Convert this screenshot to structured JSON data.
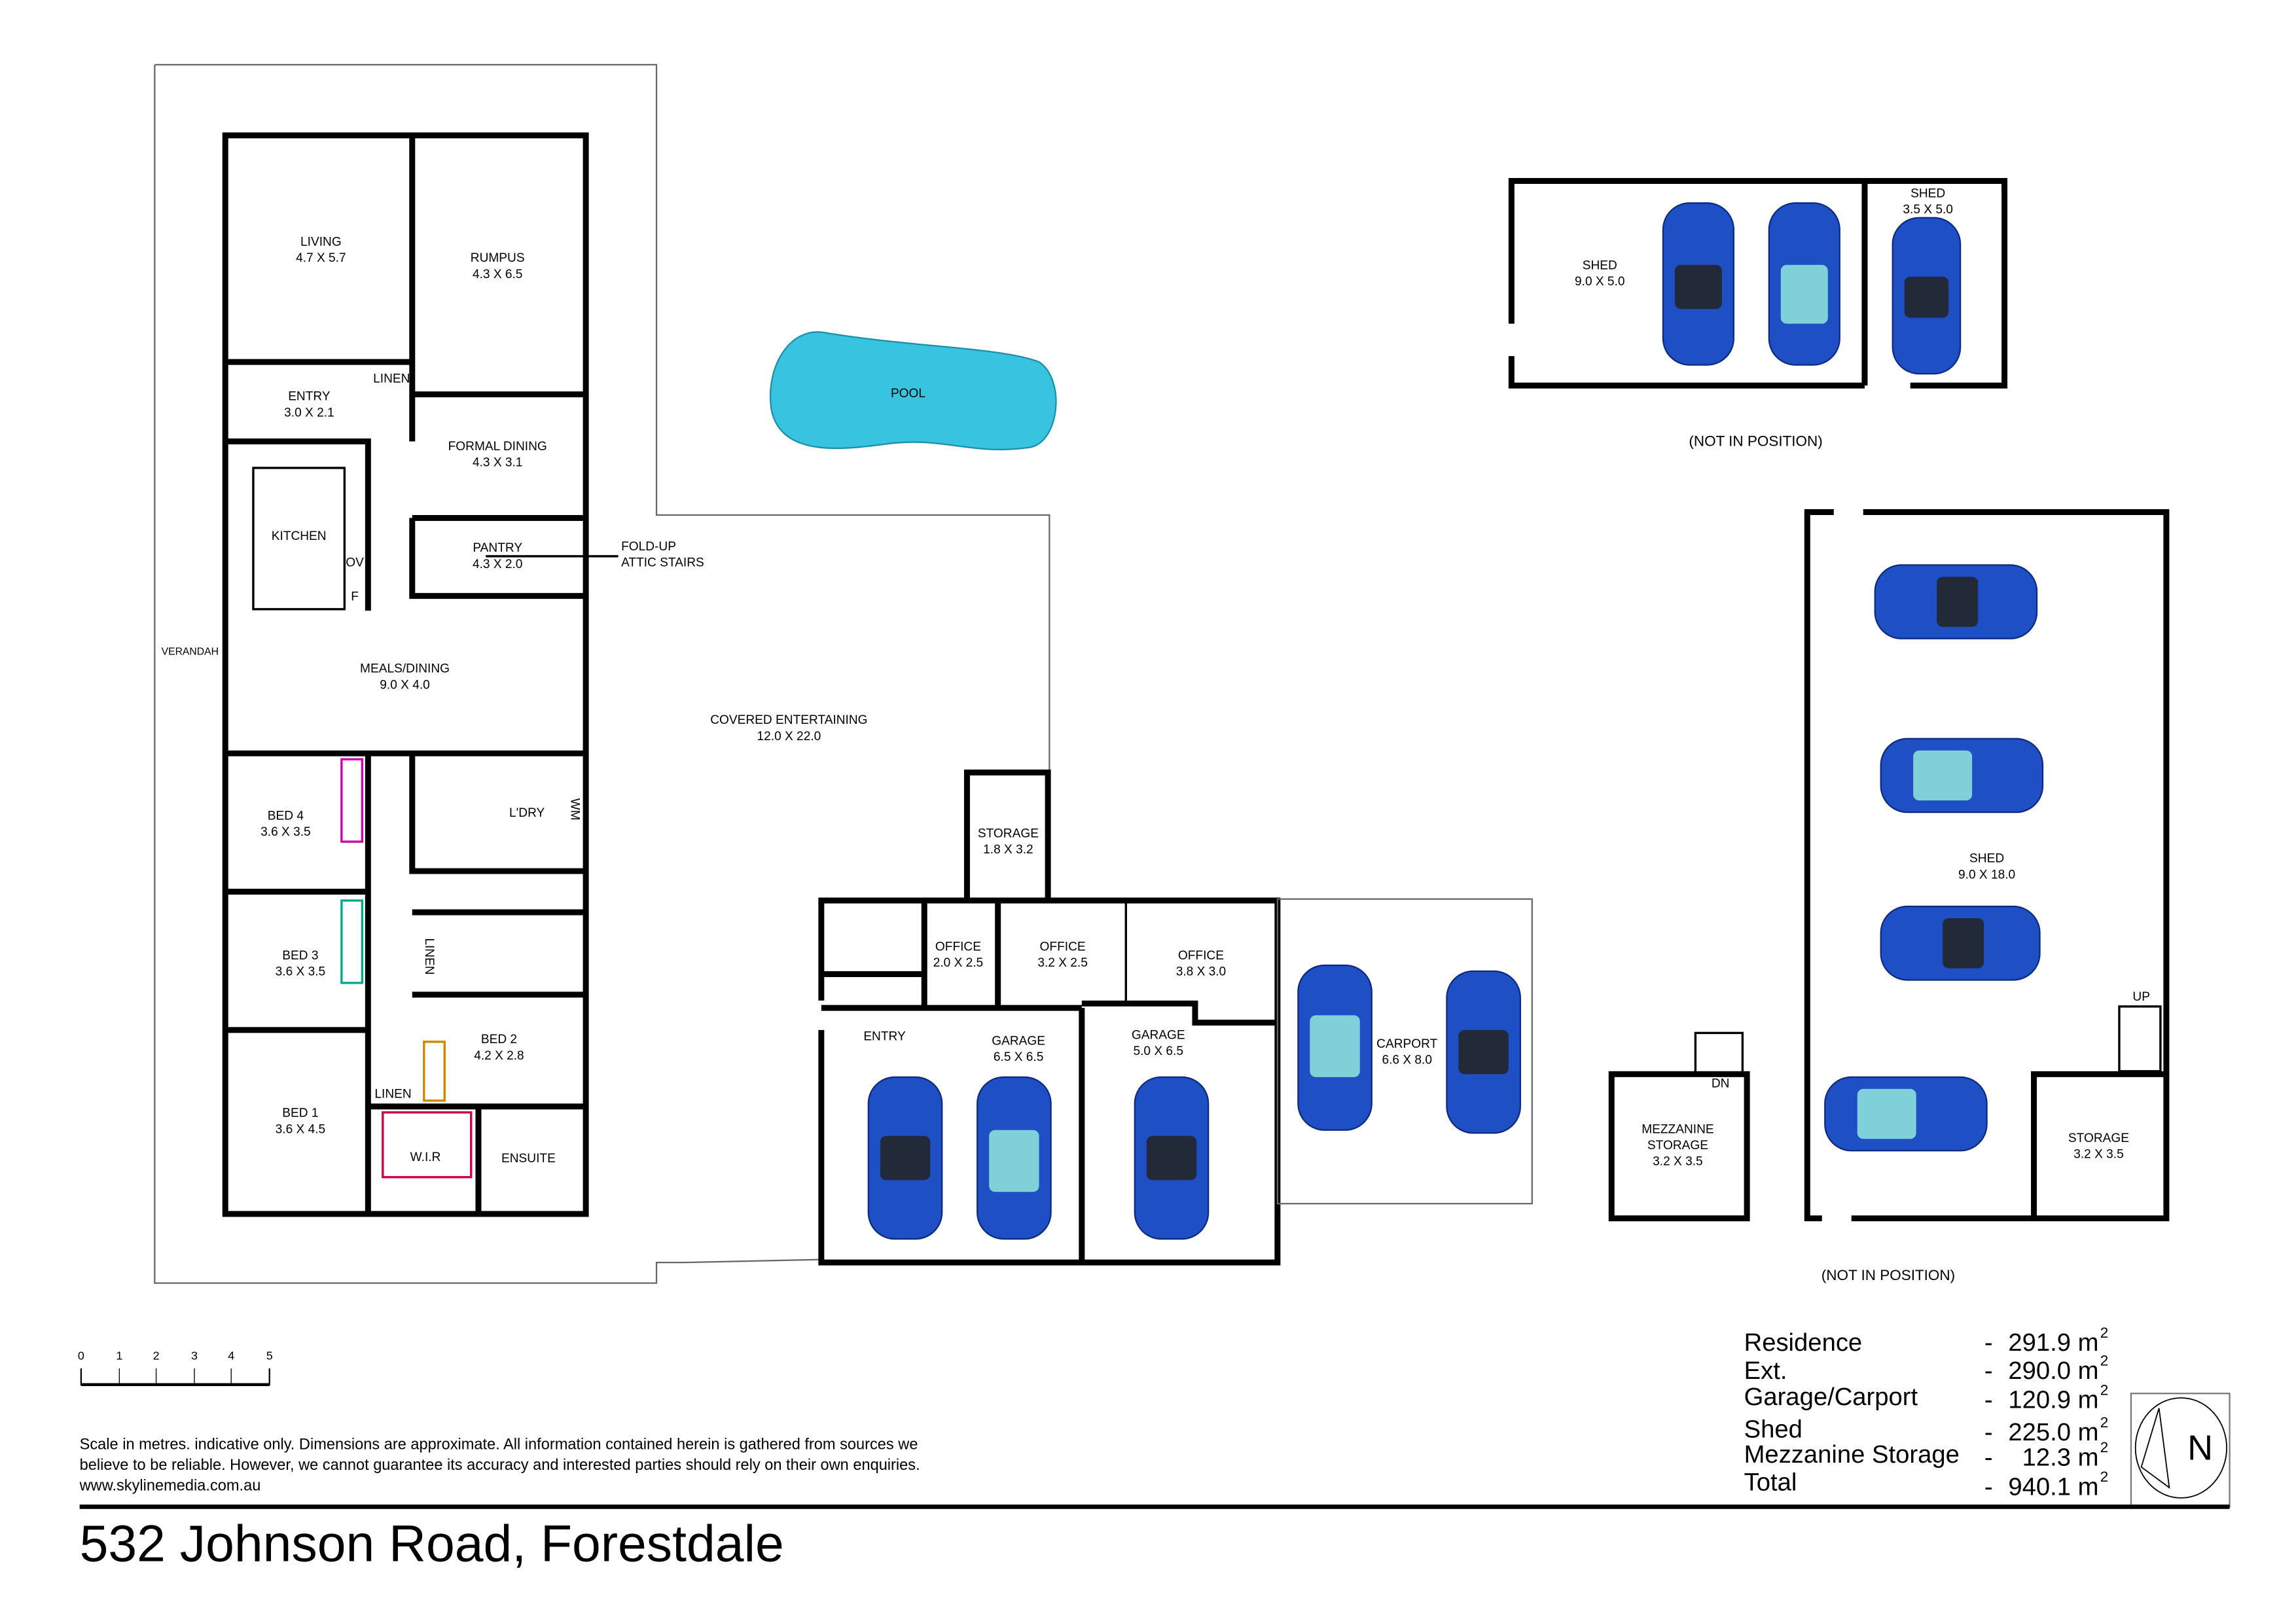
{
  "rooms": {
    "living": {
      "name": "LIVING",
      "dims": "4.7 X 5.7"
    },
    "rumpus": {
      "name": "RUMPUS",
      "dims": "4.3 X 6.5"
    },
    "entry": {
      "name": "ENTRY",
      "dims": "3.0 X 2.1"
    },
    "linen_top": {
      "name": "LINEN"
    },
    "formal_dining": {
      "name": "FORMAL DINING",
      "dims": "4.3 X 3.1"
    },
    "kitchen": {
      "name": "KITCHEN"
    },
    "ov": {
      "name": "OV"
    },
    "f": {
      "name": "F"
    },
    "pantry": {
      "name": "PANTRY",
      "dims": "4.3 X 2.0"
    },
    "attic": {
      "line1": "FOLD-UP",
      "line2": "ATTIC STAIRS"
    },
    "verandah": {
      "name": "VERANDAH"
    },
    "meals": {
      "name": "MEALS/DINING",
      "dims": "9.0 X 4.0"
    },
    "bed4": {
      "name": "BED 4",
      "dims": "3.6 X 3.5"
    },
    "ldry": {
      "name": "L'DRY"
    },
    "wm": {
      "name": "WM"
    },
    "bed3": {
      "name": "BED 3",
      "dims": "3.6 X 3.5"
    },
    "linen_mid": {
      "name": "LINEN"
    },
    "bed2": {
      "name": "BED 2",
      "dims": "4.2 X 2.8"
    },
    "bed1": {
      "name": "BED 1",
      "dims": "3.6 X 4.5"
    },
    "linen_low": {
      "name": "LINEN"
    },
    "wir": {
      "name": "W.I.R"
    },
    "ensuite": {
      "name": "ENSUITE"
    },
    "pool": {
      "name": "POOL"
    },
    "covered": {
      "name": "COVERED ENTERTAINING",
      "dims": "12.0 X 22.0"
    },
    "storage_small": {
      "name": "STORAGE",
      "dims": "1.8 X 3.2"
    },
    "office1": {
      "name": "OFFICE",
      "dims": "2.0 X 2.5"
    },
    "office2": {
      "name": "OFFICE",
      "dims": "3.2 X 2.5"
    },
    "office3": {
      "name": "OFFICE",
      "dims": "3.8 X 3.0"
    },
    "entry2": {
      "name": "ENTRY"
    },
    "garage1": {
      "name": "GARAGE",
      "dims": "6.5 X 6.5"
    },
    "garage2": {
      "name": "GARAGE",
      "dims": "5.0 X 6.5"
    },
    "carport": {
      "name": "CARPORT",
      "dims": "6.6 X 8.0"
    },
    "shed1": {
      "name": "SHED",
      "dims": "9.0 X 5.0"
    },
    "shed2": {
      "name": "SHED",
      "dims": "3.5 X 5.0"
    },
    "shed_note": "(NOT IN POSITION)",
    "shed_big": {
      "name": "SHED",
      "dims": "9.0 X 18.0"
    },
    "up": "UP",
    "dn": "DN",
    "storage_big": {
      "name": "STORAGE",
      "dims": "3.2 X 3.5"
    },
    "mezz": {
      "line1": "MEZZANINE",
      "line2": "STORAGE",
      "dims": "3.2 X 3.5"
    },
    "shed_big_note": "(NOT IN POSITION)"
  },
  "areas": [
    {
      "label": "Residence",
      "value": "291.9 m",
      "sup": "2"
    },
    {
      "label": "Ext.",
      "value": "290.0 m",
      "sup": "2"
    },
    {
      "label": "Garage/Carport",
      "value": "120.9 m",
      "sup": "2"
    },
    {
      "label": "Shed",
      "value": "225.0 m",
      "sup": "2"
    },
    {
      "label": "Mezzanine Storage",
      "value": "12.3 m",
      "sup": "2"
    },
    {
      "label": "Total",
      "value": "940.1 m",
      "sup": "2"
    }
  ],
  "dash": "-",
  "scale_ticks": [
    "0",
    "1",
    "2",
    "3",
    "4",
    "5"
  ],
  "compass": "N",
  "disclaimer": {
    "line1": "Scale in metres. indicative only. Dimensions are approximate. All information contained herein is gathered from sources we",
    "line2": "believe to be reliable. However, we cannot guarantee its accuracy and interested parties should rely on their own enquiries.",
    "line3": "www.skylinemedia.com.au"
  },
  "title": "532 Johnson Road, Forestdale",
  "colors": {
    "pool": "#38c4e0",
    "car": "#1f4fc4"
  }
}
